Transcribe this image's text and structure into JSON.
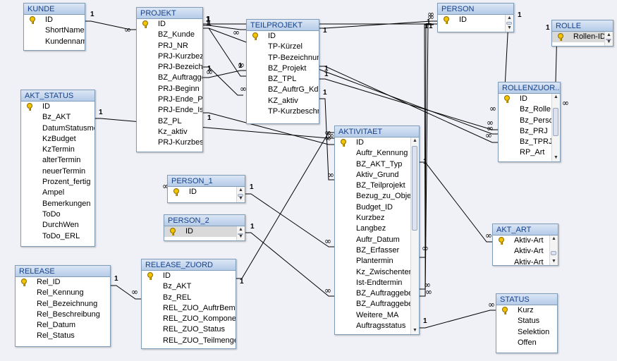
{
  "tables": {
    "kunde": {
      "title": "KUNDE",
      "fields": [
        "ID",
        "ShortName",
        "Kundenname"
      ],
      "key_fields": [
        "ID"
      ]
    },
    "projekt": {
      "title": "PROJEKT",
      "fields": [
        "ID",
        "BZ_Kunde",
        "PRJ_NR",
        "PRJ-Kurzbez",
        "PRJ-Bezeichnung",
        "BZ_Auftraggeber",
        "PRJ-Beginn",
        "PRJ-Ende_Plan",
        "PRJ-Ende_Ist",
        "BZ_PL",
        "Kz_aktiv",
        "PRJ-Kurzbeschreibung"
      ],
      "key_fields": [
        "ID"
      ]
    },
    "teilprojekt": {
      "title": "TEILPROJEKT",
      "fields": [
        "ID",
        "TP-Kürzel",
        "TP-Bezeichnung",
        "BZ_Projekt",
        "BZ_TPL",
        "BZ_AuftrG_Kd",
        "KZ_aktiv",
        "TP-Kurzbeschreibung"
      ],
      "key_fields": [
        "ID"
      ]
    },
    "person": {
      "title": "PERSON",
      "fields": [
        "ID"
      ],
      "key_fields": [
        "ID"
      ]
    },
    "rolle": {
      "title": "ROLLE",
      "fields": [
        "Rollen-ID"
      ],
      "key_fields": [
        "Rollen-ID"
      ]
    },
    "rollenzuord": {
      "title": "ROLLENZUOR...",
      "fields": [
        "ID",
        "Bz_Rolle",
        "Bz_Person",
        "Bz_PRJ",
        "Bz_TPRJ",
        "RP_Art"
      ],
      "key_fields": [
        "ID"
      ]
    },
    "akt_status": {
      "title": "AKT_STATUS",
      "fields": [
        "ID",
        "Bz_AKT",
        "DatumStatusmeldung",
        "KzBudget",
        "KzTermin",
        "alterTermin",
        "neuerTermin",
        "Prozent_fertig",
        "Ampel",
        "Bemerkungen",
        "ToDo",
        "DurchWen",
        "ToDo_ERL"
      ],
      "key_fields": [
        "ID"
      ]
    },
    "person_1": {
      "title": "PERSON_1",
      "fields": [
        "ID"
      ],
      "key_fields": [
        "ID"
      ]
    },
    "person_2": {
      "title": "PERSON_2",
      "fields": [
        "ID"
      ],
      "key_fields": [
        "ID"
      ]
    },
    "aktivitaet": {
      "title": "AKTIVITAET",
      "fields": [
        "ID",
        "Auftr_Kennung",
        "BZ_AKT_Typ",
        "Aktiv_Grund",
        "BZ_Teilprojekt",
        "Bezug_zu_Objekt",
        "Budget_ID",
        "Kurzbez",
        "Langbez",
        "Auftr_Datum",
        "BZ_Erfasser",
        "Plantermin",
        "Kz_Zwischentermin",
        "Ist-Endtermin",
        "BZ_Auftraggeber",
        "BZ_Auftraggeber_Kd",
        "Weitere_MA",
        "Auftragsstatus"
      ],
      "key_fields": [
        "ID"
      ]
    },
    "akt_art": {
      "title": "AKT_ART",
      "fields": [
        "Aktiv-Art",
        "Aktiv-Art",
        "Aktiv-Art"
      ],
      "key_fields": [
        "Aktiv-Art"
      ]
    },
    "release": {
      "title": "RELEASE",
      "fields": [
        "Rel_ID",
        "Rel_Kennung",
        "Rel_Bezeichnung",
        "Rel_Beschreibung",
        "Rel_Datum",
        "Rel_Status"
      ],
      "key_fields": [
        "Rel_ID"
      ]
    },
    "release_zuord": {
      "title": "RELEASE_ZUORD",
      "fields": [
        "ID",
        "Bz_AKT",
        "Bz_REL",
        "REL_ZUO_AuftrBemerkung",
        "REL_ZUO_Komponente",
        "REL_ZUO_Status",
        "REL_ZUO_Teilmenge"
      ],
      "key_fields": [
        "ID"
      ]
    },
    "status": {
      "title": "STATUS",
      "fields": [
        "Kurz",
        "Status",
        "Selektion",
        "Offen"
      ],
      "key_fields": [
        "Kurz"
      ]
    }
  },
  "cardinality": {
    "one": "1",
    "many": "∞"
  },
  "colors": {
    "background": "#f0f1f6",
    "header_text": "#15428b",
    "border": "#7f9db9"
  },
  "icons": {
    "primary_key": "key-icon"
  }
}
